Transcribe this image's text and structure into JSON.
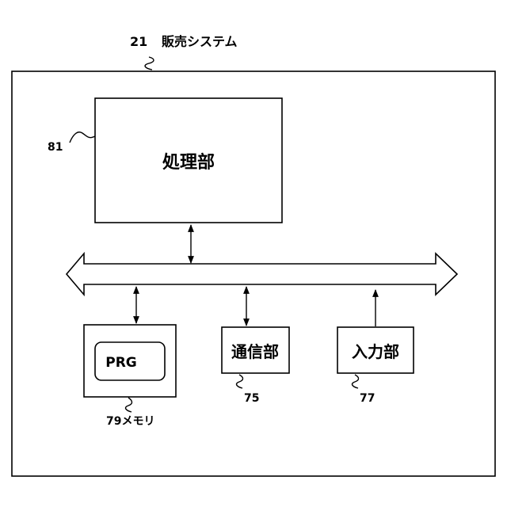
{
  "system": {
    "ref": "21",
    "name": "販売システム"
  },
  "processor": {
    "ref": "81",
    "label": "処理部"
  },
  "memory": {
    "program_label": "PRG",
    "caption": "79メモリ"
  },
  "comm": {
    "label": "通信部",
    "ref": "75"
  },
  "input": {
    "label": "入力部",
    "ref": "77"
  }
}
